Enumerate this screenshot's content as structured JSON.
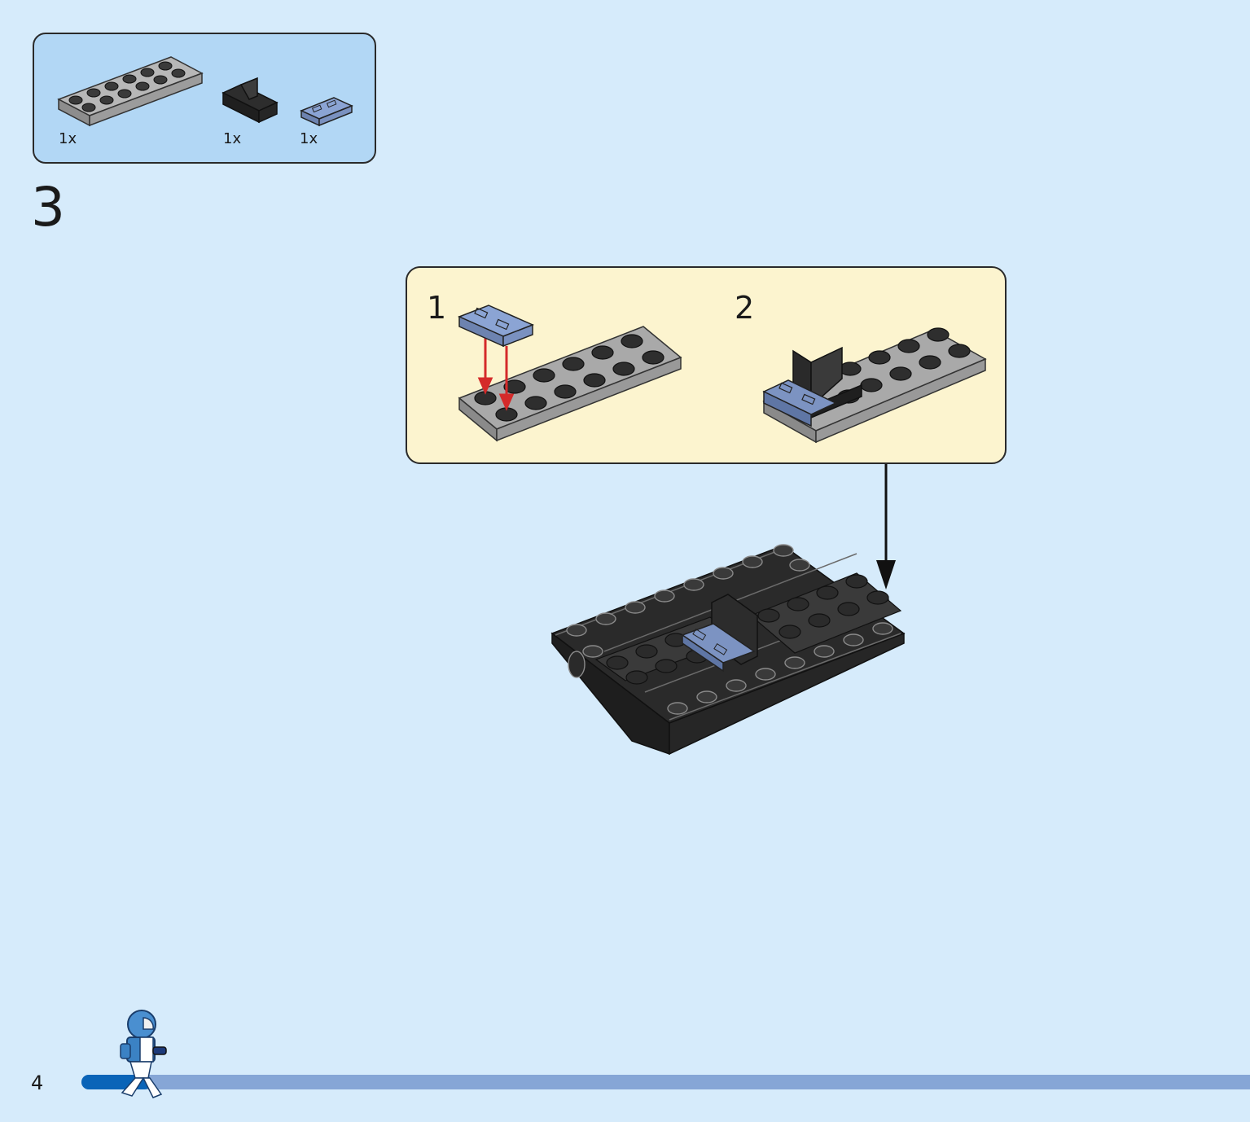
{
  "parts_list": {
    "items": [
      {
        "part": "grey-2x6-plate",
        "quantity": "1x"
      },
      {
        "part": "black-bracket",
        "quantity": "1x"
      },
      {
        "part": "blue-tile-with-grille",
        "quantity": "1x"
      }
    ]
  },
  "step": {
    "number": "3"
  },
  "substeps": [
    {
      "number": "1"
    },
    {
      "number": "2"
    }
  ],
  "footer": {
    "page_number": "4",
    "progress": 0.06
  },
  "colors": {
    "page_background": "#d6ebfb",
    "parts_box": "#b2d7f5",
    "substep_box": "#fcf4cf",
    "brick_dark": "#2f2f2f",
    "brick_grey": "#a9a9a9",
    "tile_blue": "#7c93c2",
    "arrow_red": "#d42a2a",
    "progress_fill": "#0a64b8",
    "progress_track": "#86a6d6"
  }
}
